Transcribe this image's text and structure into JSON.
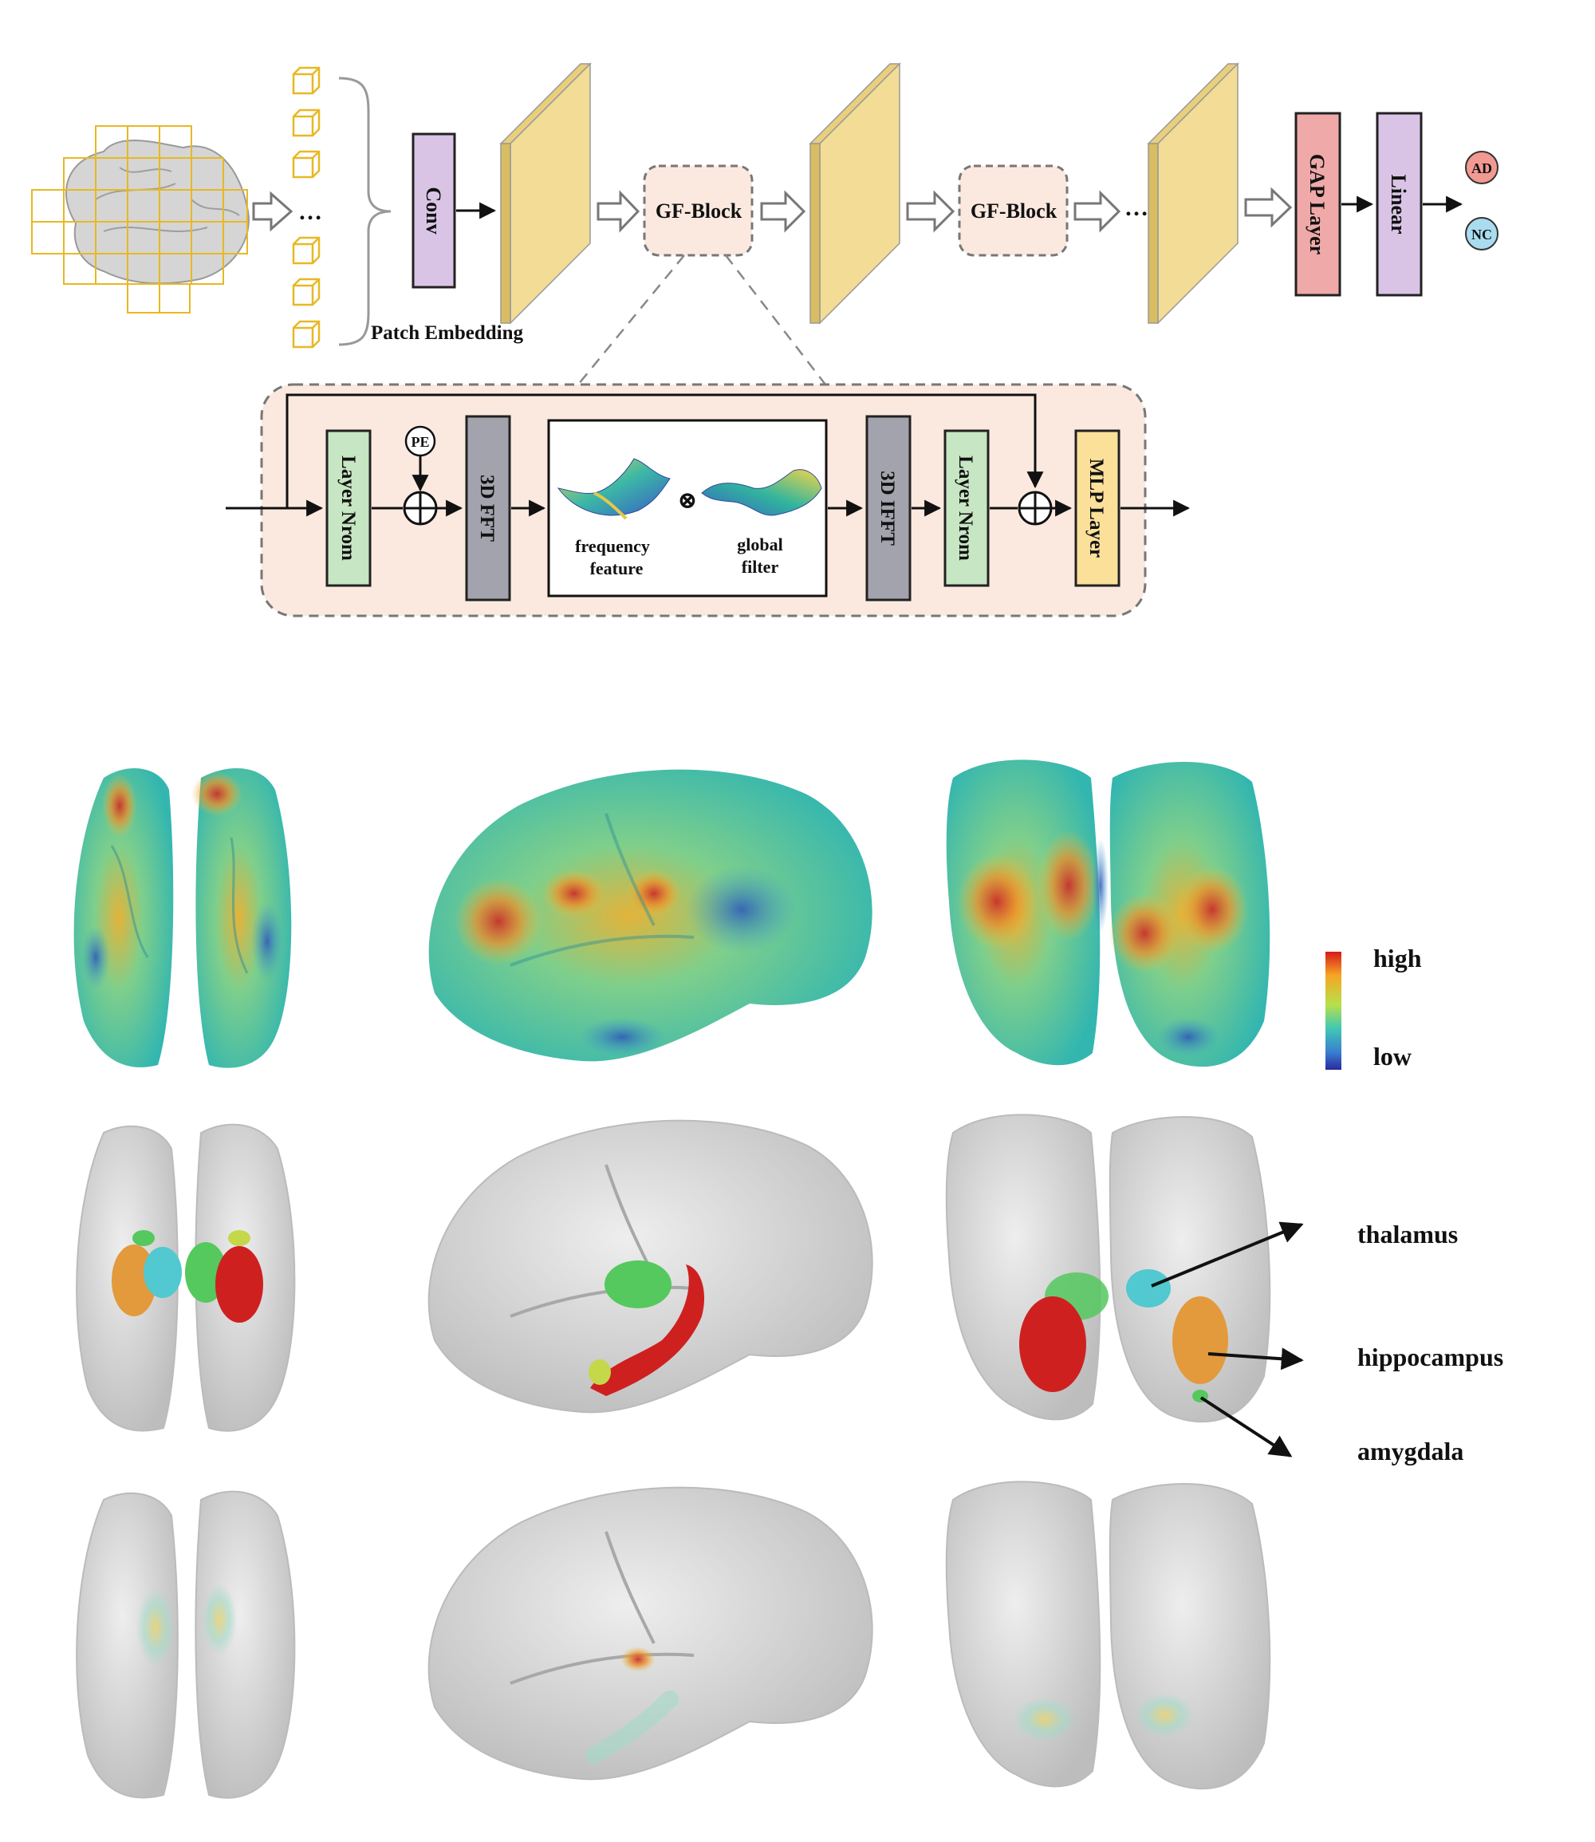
{
  "architecture": {
    "patch_embedding_label": "Patch Embedding",
    "conv_label": "Conv",
    "gf_block_label": "GF-Block",
    "gap_layer_label": "GAP Layer",
    "linear_label": "Linear",
    "output_classes": [
      "AD",
      "NC"
    ],
    "ellipsis": "…"
  },
  "gf_block_detail": {
    "layer_norm_label": "Layer Nrom",
    "pe_label": "PE",
    "fft_label": "3D FFT",
    "ifft_label": "3D IFFT",
    "mlp_label": "MLP Layer",
    "frequency_feature_label": [
      "frequency",
      "feature"
    ],
    "global_filter_label": [
      "global",
      "filter"
    ],
    "multiply_symbol": "⊗"
  },
  "heatmap_legend": {
    "high_label": "high",
    "low_label": "low"
  },
  "regions": {
    "thalamus_label": "thalamus",
    "hippocampus_label": "hippocampus",
    "amygdala_label": "amygdala"
  },
  "colors": {
    "conv": "#d9c4e6",
    "feature_map": "#f2dc96",
    "gf_block_bg": "#fbe9df",
    "gap_layer": "#efa9a9",
    "linear": "#d9c4e6",
    "ad": "#f29a92",
    "nc": "#a9dcef",
    "layer_norm": "#c7e6c3",
    "fft": "#a3a3ad",
    "mlp": "#fbe09a",
    "thalamus": "#52c8d0",
    "hippocampus": "#e29a3c",
    "amygdala": "#55c85e",
    "region_red": "#cf2020"
  }
}
